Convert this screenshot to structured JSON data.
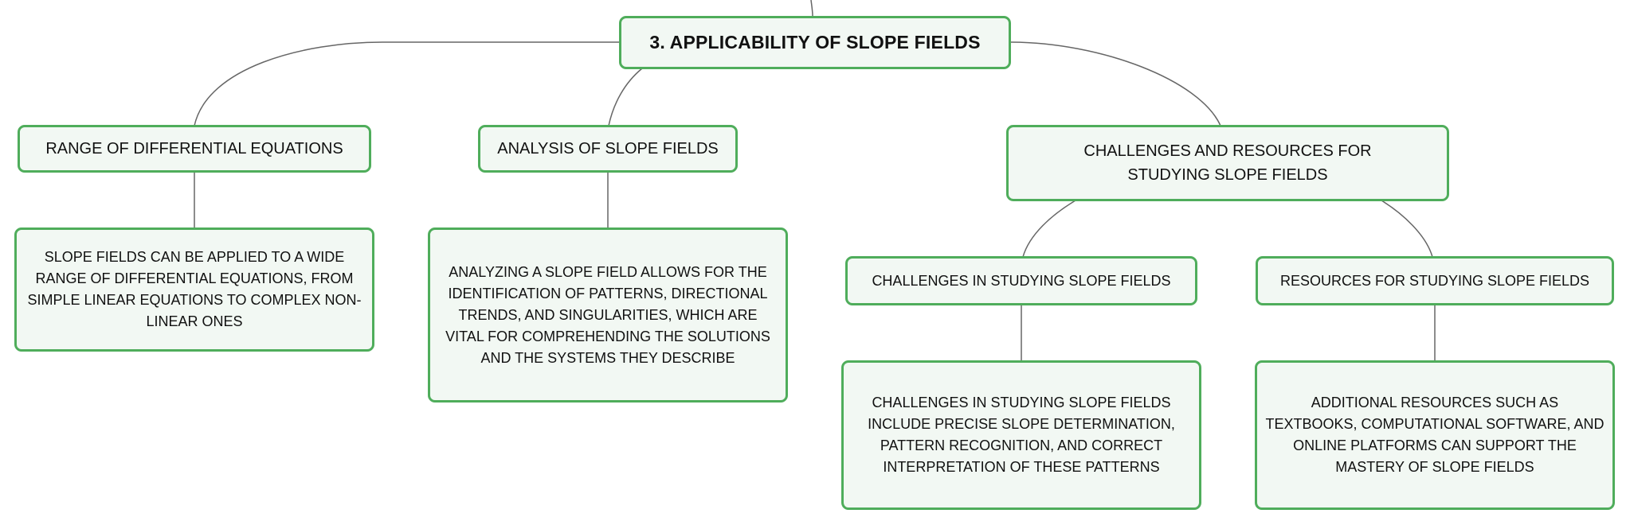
{
  "diagram": {
    "root": {
      "label": "3. APPLICABILITY OF SLOPE FIELDS"
    },
    "range": {
      "label": "RANGE OF DIFFERENTIAL EQUATIONS",
      "detail": "SLOPE FIELDS CAN BE APPLIED TO A WIDE RANGE OF DIFFERENTIAL EQUATIONS, FROM SIMPLE LINEAR EQUATIONS TO COMPLEX NON-LINEAR ONES"
    },
    "analysis": {
      "label": "ANALYSIS OF SLOPE FIELDS",
      "detail": "ANALYZING A SLOPE FIELD ALLOWS FOR THE IDENTIFICATION OF PATTERNS, DIRECTIONAL TRENDS, AND SINGULARITIES, WHICH ARE VITAL FOR COMPREHENDING THE SOLUTIONS AND THE SYSTEMS THEY DESCRIBE"
    },
    "challenges_resources": {
      "label": "CHALLENGES AND RESOURCES FOR STUDYING SLOPE FIELDS",
      "challenges": {
        "label": "CHALLENGES IN STUDYING SLOPE FIELDS",
        "detail": "CHALLENGES IN STUDYING SLOPE FIELDS INCLUDE PRECISE SLOPE DETERMINATION, PATTERN RECOGNITION, AND CORRECT INTERPRETATION OF THESE PATTERNS"
      },
      "resources": {
        "label": "RESOURCES FOR STUDYING SLOPE FIELDS",
        "detail": "ADDITIONAL RESOURCES SUCH AS TEXTBOOKS, COMPUTATIONAL SOFTWARE, AND ONLINE PLATFORMS CAN SUPPORT THE MASTERY OF SLOPE FIELDS"
      }
    }
  }
}
